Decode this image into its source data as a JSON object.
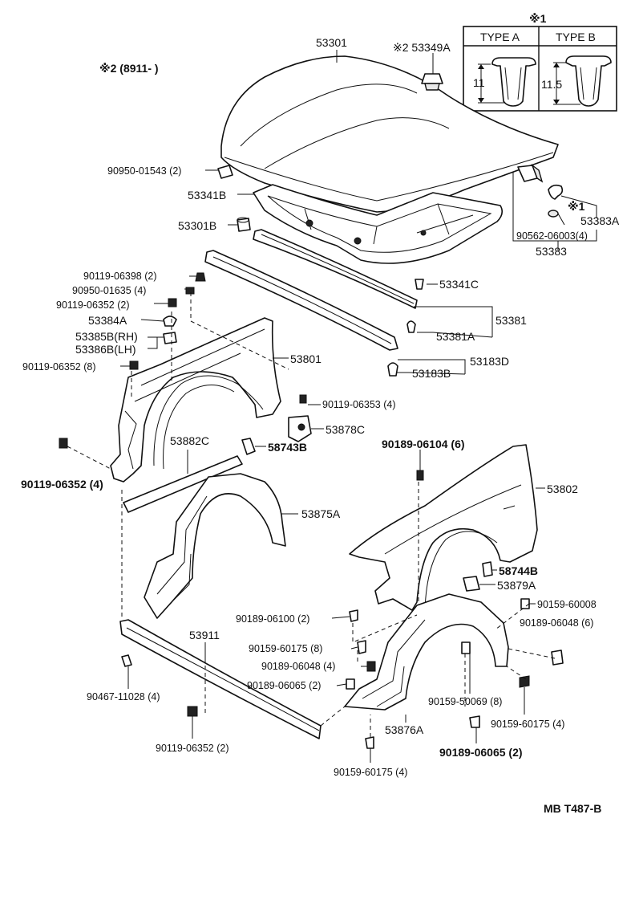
{
  "note_type": {
    "title": "※1",
    "type_a": "TYPE A",
    "type_b": "TYPE B",
    "dim_a": "11",
    "dim_b": "11.5"
  },
  "note_2": "※2 (8911-          )",
  "ref_code": "MB T487-B",
  "labels": {
    "p53301": "53301",
    "p53349a": "※2 53349A",
    "p90950_01543": "90950-01543 (2)",
    "p53341b": "53341B",
    "p53301b": "53301B",
    "p90119_06398": "90119-06398 (2)",
    "p90950_01635": "90950-01635 (4)",
    "p90119_06352a": "90119-06352 (2)",
    "p53384a": "53384A",
    "p53385b": "53385B(RH)",
    "p53386b": "53386B(LH)",
    "p90119_06352b": "90119-06352 (8)",
    "p53341c": "53341C",
    "p53381": "53381",
    "p53381a": "53381A",
    "p53183d": "53183D",
    "p53183b": "53183B",
    "p53801": "53801",
    "p90119_06353": "90119-06353 (4)",
    "p53878c": "53878C",
    "p53882c": "53882C",
    "p58743b": "58743B",
    "p90119_06352c": "90119-06352 (4)",
    "p90189_06104": "90189-06104 (6)",
    "p53802": "53802",
    "p53875a": "53875A",
    "p58744b": "58744B",
    "p53879a": "53879A",
    "p90159_60008": "90159-60008",
    "p90189_06048a": "90189-06048 (6)",
    "p90189_06100": "90189-06100 (2)",
    "p90159_60175a": "90159-60175 (8)",
    "p90189_06048b": "90189-06048 (4)",
    "p90189_06065a": "90189-06065 (2)",
    "p53911": "53911",
    "p90467_11028": "90467-11028 (4)",
    "p90119_06352d": "90119-06352 (2)",
    "p53876a": "53876A",
    "p90159_50069": "90159-50069 (8)",
    "p90159_60175b": "90159-60175 (4)",
    "p90189_06065b": "90189-06065 (2)",
    "p90159_60175c": "90159-60175 (4)",
    "p53383a": "※1\n53383A",
    "p53383a_main": "53383A",
    "p53383a_mark": "※1",
    "p90562_06003": "90562-06003(4)",
    "p53383": "53383"
  }
}
